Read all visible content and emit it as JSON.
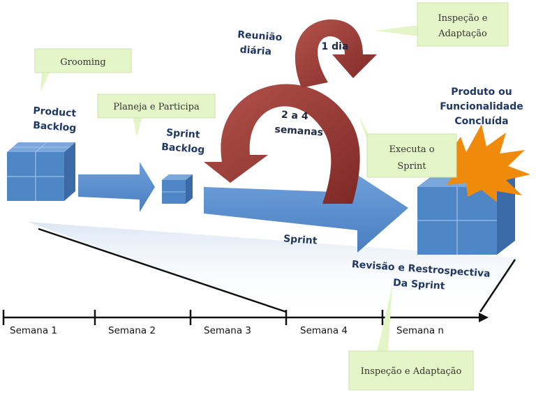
{
  "labels": {
    "product_backlog": [
      "Product",
      "Backlog"
    ],
    "sprint_backlog": [
      "Sprint",
      "Backlog"
    ],
    "reuniao": [
      "Reunião",
      "diária"
    ],
    "um_dia": "1 dia",
    "semanas": [
      "2 a 4",
      "semanas"
    ],
    "produto": [
      "Produto ou",
      "Funcionalidade",
      "Concluída"
    ],
    "sprint": "Sprint",
    "revisao": [
      "Revisão e Restrospectiva",
      "Da Sprint"
    ]
  },
  "callouts": {
    "grooming": [
      "Grooming"
    ],
    "planeja": [
      "Planeja e Participa"
    ],
    "inspecao_top": [
      "Inspeção e",
      "Adaptação"
    ],
    "executa": [
      "Executa o",
      "Sprint"
    ],
    "inspecao_bottom": [
      "Inspeção e Adaptação"
    ]
  },
  "timeline": {
    "weeks": [
      "Semana 1",
      "Semana 2",
      "Semana 3",
      "Semana 4",
      "Semana n"
    ]
  },
  "colors": {
    "cube": "#4f86c6",
    "arrow": "#5b8fd0",
    "loop": "#9e3a36",
    "callout": "#e4f5c8",
    "burst": "#f08a0a",
    "text": "#1f3864"
  }
}
